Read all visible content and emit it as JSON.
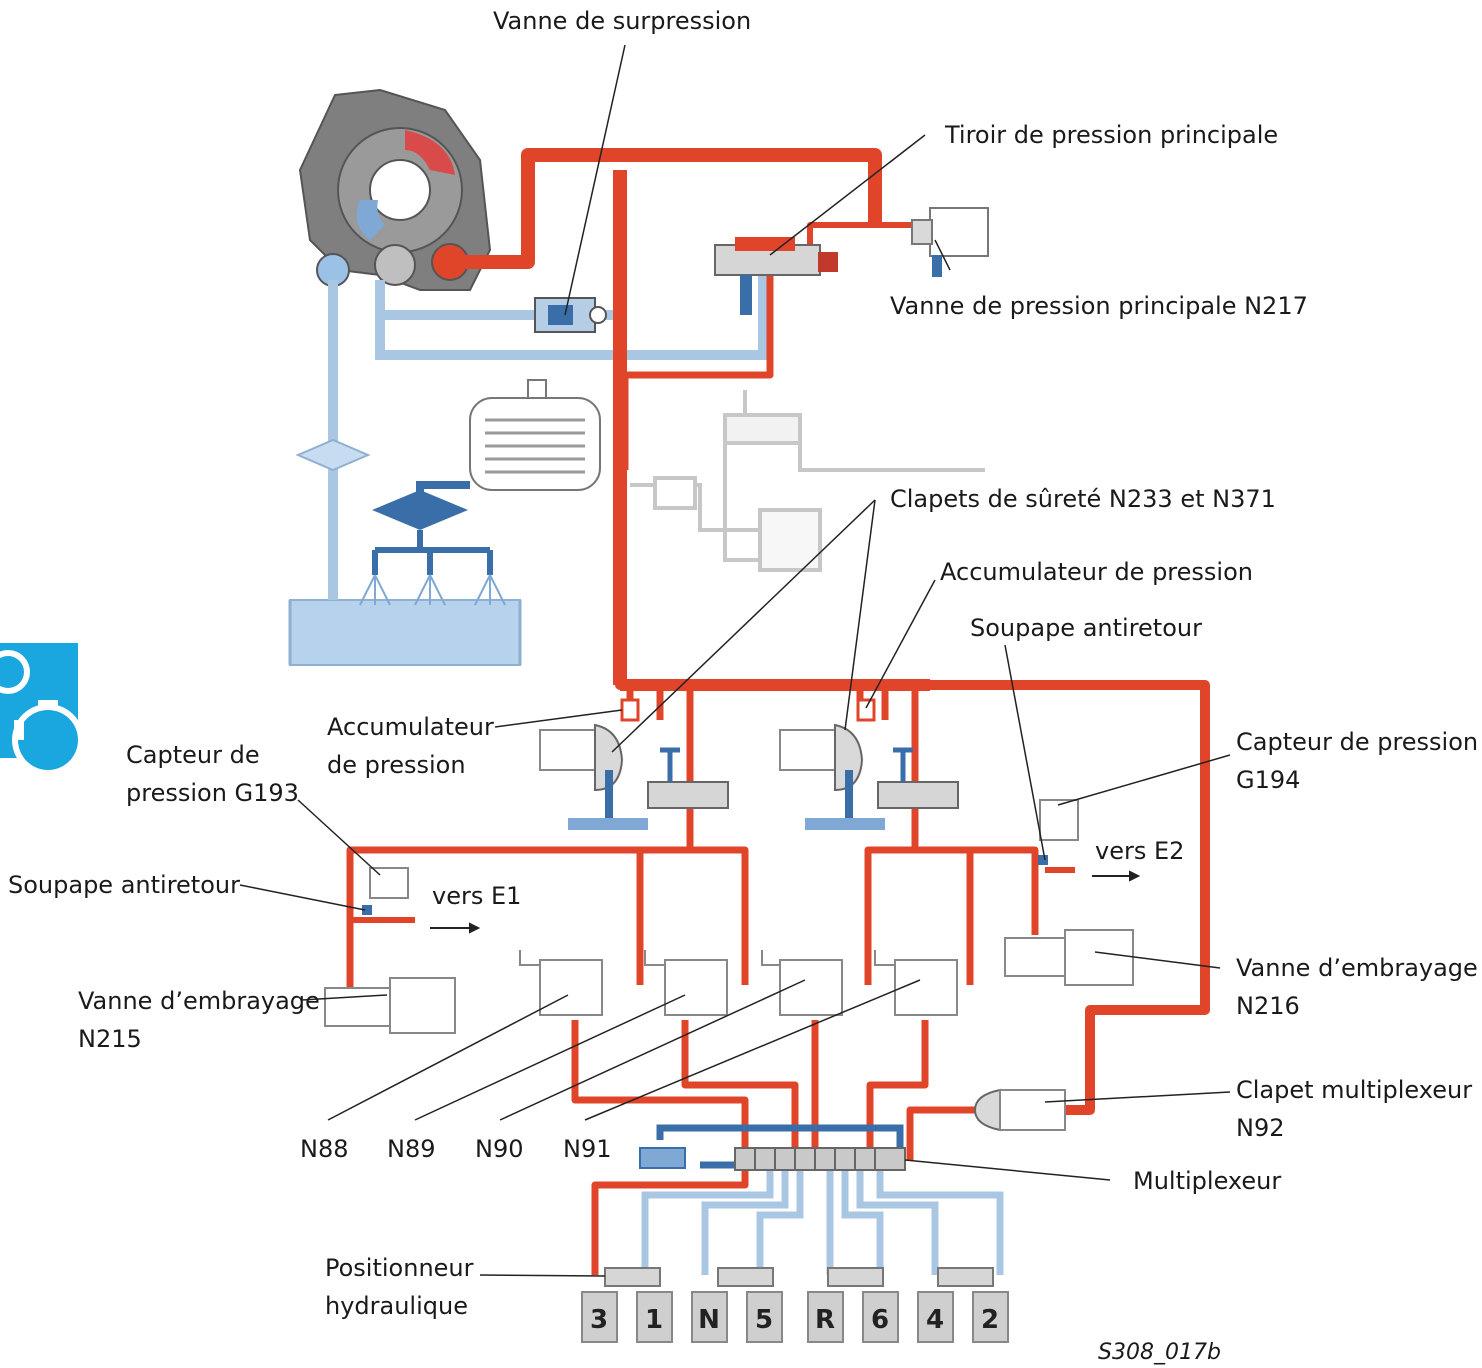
{
  "labels": {
    "vanne_surpression": "Vanne de surpression",
    "tiroir_pression": "Tiroir de pression principale",
    "vanne_pression_n217": "Vanne de pression principale N217",
    "clapets_surete": "Clapets de sûreté N233 et N371",
    "accu_pression_right": "Accumulateur de pression",
    "soupape_right": "Soupape antiretour",
    "accu_left_line1": "Accumulateur",
    "accu_left_line2": "de pression",
    "capteur_g193_line1": "Capteur de",
    "capteur_g193_line2": "pression G193",
    "capteur_g194_line1": "Capteur de pression",
    "capteur_g194_line2": "G194",
    "soupape_left": "Soupape antiretour",
    "vers_e1": "vers E1",
    "vers_e2": "vers E2",
    "vanne_n215_line1": "Vanne d’embrayage",
    "vanne_n215_line2": "N215",
    "vanne_n216_line1": "Vanne d’embrayage",
    "vanne_n216_line2": "N216",
    "clapet_n92_line1": "Clapet multiplexeur",
    "clapet_n92_line2": "N92",
    "n88": "N88",
    "n89": "N89",
    "n90": "N90",
    "n91": "N91",
    "multiplexeur": "Multiplexeur",
    "positionneur_line1": "Positionneur",
    "positionneur_line2": "hydraulique",
    "figure_code": "S308_017b"
  },
  "gear_keys": [
    "3",
    "1",
    "N",
    "5",
    "R",
    "6",
    "4",
    "2"
  ],
  "colors": {
    "pressure_red": "#e0452a",
    "suction_blue": "#a9c6e3",
    "control_blue": "#3a6ea8",
    "sump_blue": "#b7d2ec",
    "gear_icon": "#1aa7e0",
    "component_grey": "#7a7a7a"
  }
}
